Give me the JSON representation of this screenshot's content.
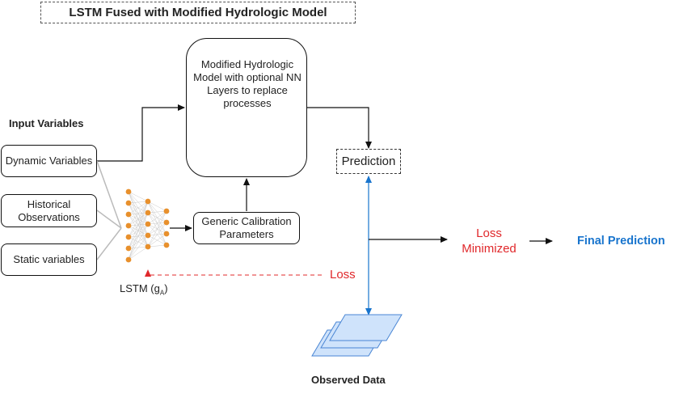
{
  "title": "LSTM Fused with Modified Hydrologic Model",
  "input_variables_label": "Input Variables",
  "inputs": {
    "dynamic": "Dynamic Variables",
    "historical_line1": "Historical",
    "historical_line2": "Observations",
    "static": "Static variables"
  },
  "lstm_label": "LSTM (g",
  "lstm_subscript": "A",
  "lstm_label_close": ")",
  "hydro_model": {
    "line1": "Modified Hydrologic",
    "line2": "Model with optional NN",
    "line3": "Layers to replace",
    "line4": "processes"
  },
  "calibration": {
    "line1": "Generic Calibration",
    "line2": "Parameters"
  },
  "prediction": "Prediction",
  "loss_minimized_line1": "Loss",
  "loss_minimized_line2": "Minimized",
  "final_prediction": "Final Prediction",
  "loss": "Loss",
  "observed_data": "Observed Data",
  "colors": {
    "node": "#e8902c",
    "red": "#e0282b",
    "blue": "#1874cd",
    "data_fill": "#cfe3fb",
    "data_stroke": "#4a86d4"
  }
}
